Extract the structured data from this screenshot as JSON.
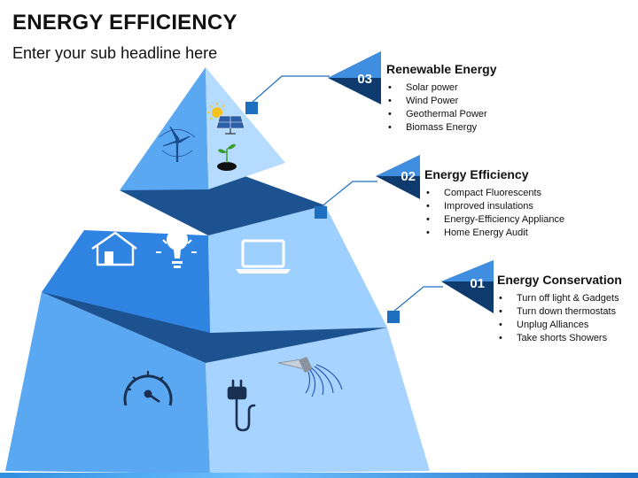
{
  "title": "ENERGY EFFICIENCY",
  "subtitle": "Enter your sub headline here",
  "colors": {
    "light_face": "#9ed0ff",
    "mid_face": "#5aa8f2",
    "dark_band": "#1b4f8a",
    "connector_blue": "#1f6fc0",
    "navy": "#0f3a6e"
  },
  "levels": [
    {
      "number": "03",
      "title": "Renewable Energy",
      "items": [
        "Solar power",
        "Wind Power",
        "Geothermal Power",
        "Biomass Energy"
      ],
      "icons": [
        "sun-icon",
        "solar-panel-icon",
        "wind-turbine-icon",
        "plant-sprout-icon"
      ]
    },
    {
      "number": "02",
      "title": "Energy Efficiency",
      "items": [
        "Compact Fluorescents",
        "Improved insulations",
        "Energy-Efficiency Appliance",
        "Home Energy Audit"
      ],
      "icons": [
        "house-icon",
        "light-bulb-icon",
        "laptop-icon"
      ]
    },
    {
      "number": "01",
      "title": "Energy Conservation",
      "items": [
        "Turn off light & Gadgets",
        "Turn down thermostats",
        "Unplug Alliances",
        "Take shorts Showers"
      ],
      "icons": [
        "speedometer-icon",
        "power-plug-icon",
        "shower-icon"
      ]
    }
  ]
}
